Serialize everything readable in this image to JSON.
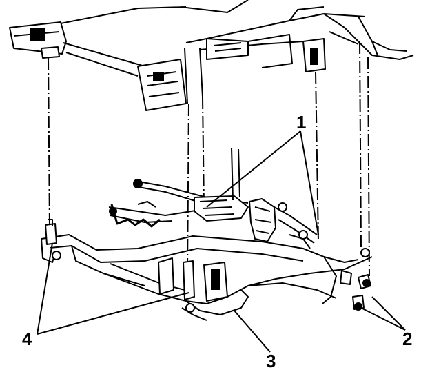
{
  "diagram": {
    "callouts": [
      {
        "id": "1",
        "label": "1"
      },
      {
        "id": "2",
        "label": "2"
      },
      {
        "id": "3",
        "label": "3"
      },
      {
        "id": "4",
        "label": "4"
      }
    ]
  },
  "colors": {
    "ink": "#000000",
    "background": "#ffffff"
  }
}
